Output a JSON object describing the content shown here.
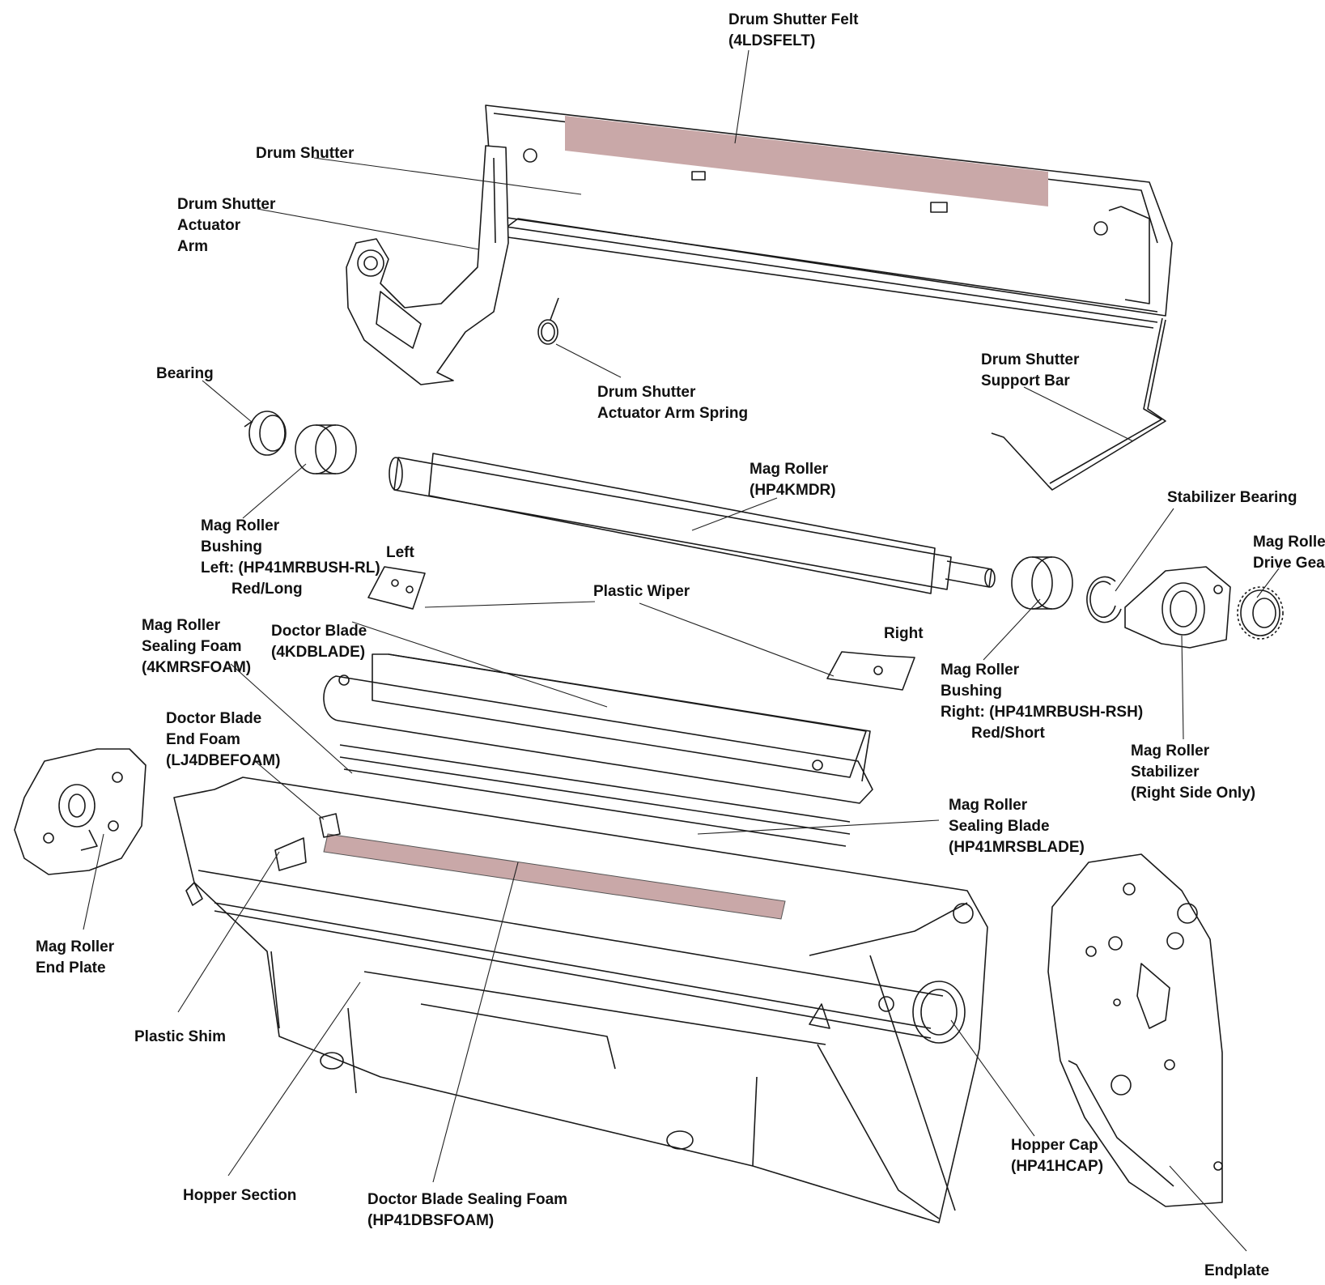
{
  "labels": {
    "drum_shutter_felt": [
      "Drum Shutter Felt",
      "(4LDSFELT)"
    ],
    "drum_shutter": [
      "Drum Shutter"
    ],
    "drum_shutter_actuator_arm": [
      "Drum Shutter",
      "Actuator",
      "Arm"
    ],
    "bearing": [
      "Bearing"
    ],
    "drum_shutter_actuator_arm_spring": [
      "Drum Shutter",
      "Actuator Arm Spring"
    ],
    "drum_shutter_support_bar": [
      "Drum Shutter",
      "Support Bar"
    ],
    "mag_roller": [
      "Mag Roller",
      "(HP4KMDR)"
    ],
    "mag_roller_bushing_left": [
      "Mag Roller",
      "Bushing",
      "Left: (HP41MRBUSH-RL)",
      "Red/Long"
    ],
    "left": [
      "Left"
    ],
    "plastic_wiper": [
      "Plastic Wiper"
    ],
    "stabilizer_bearing": [
      "Stabilizer Bearing"
    ],
    "mag_roller_drive_gear": [
      "Mag Roller",
      "Drive Gear"
    ],
    "mag_roller_sealing_foam": [
      "Mag Roller",
      "Sealing Foam",
      "(4KMRSFOAM)"
    ],
    "doctor_blade": [
      "Doctor Blade",
      "(4KDBLADE)"
    ],
    "right": [
      "Right"
    ],
    "mag_roller_bushing_right": [
      "Mag Roller",
      "Bushing",
      "Right: (HP41MRBUSH-RSH)",
      "Red/Short"
    ],
    "doctor_blade_end_foam": [
      "Doctor Blade",
      "End Foam",
      "(LJ4DBEFOAM)"
    ],
    "mag_roller_stabilizer": [
      "Mag Roller",
      "Stabilizer",
      "(Right Side Only)"
    ],
    "mag_roller_sealing_blade": [
      "Mag Roller",
      "Sealing Blade",
      "(HP41MRSBLADE)"
    ],
    "mag_roller_end_plate": [
      "Mag Roller",
      "End Plate"
    ],
    "plastic_shim": [
      "Plastic Shim"
    ],
    "hopper_section": [
      "Hopper Section"
    ],
    "doctor_blade_sealing_foam": [
      "Doctor Blade Sealing Foam",
      "(HP41DBSFOAM)"
    ],
    "hopper_cap": [
      "Hopper Cap",
      "(HP41HCAP)"
    ],
    "endplate": [
      "Endplate"
    ]
  },
  "colors": {
    "felt": "#c9a8a8",
    "roller": "#8a7f7b",
    "blade": "#efe6e6",
    "ink": "#1a1a1a"
  }
}
